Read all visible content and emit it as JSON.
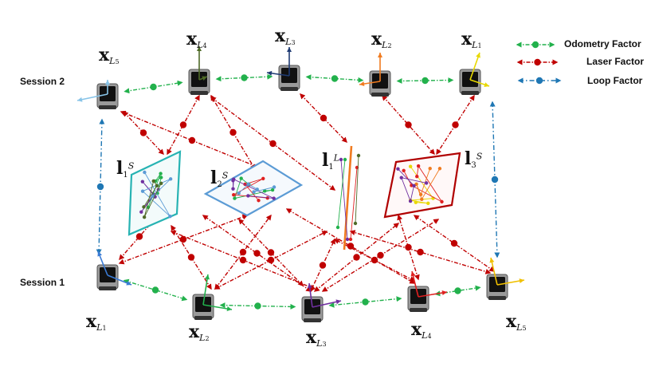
{
  "sessions": {
    "session2": "Session 2",
    "session1": "Session 1"
  },
  "legend": [
    {
      "label": "Odometry Factor",
      "color": "#22b14c"
    },
    {
      "label": "Laser Factor",
      "color": "#c00000"
    },
    {
      "label": "Loop Factor",
      "color": "#1f77b4"
    }
  ],
  "pose_symbol": "x",
  "pose_subscript": "L",
  "session2_poses": [
    {
      "index": "5",
      "axis_color": "#88c4e8"
    },
    {
      "index": "4",
      "axis_color": "#4f6b28"
    },
    {
      "index": "3",
      "axis_color": "#1f3b73"
    },
    {
      "index": "2",
      "axis_color": "#f07b20"
    },
    {
      "index": "1",
      "axis_color": "#e8d800"
    }
  ],
  "session1_poses": [
    {
      "index": "1",
      "axis_color": "#3a7bd5"
    },
    {
      "index": "2",
      "axis_color": "#22b14c"
    },
    {
      "index": "3",
      "axis_color": "#7030a0"
    },
    {
      "index": "4",
      "axis_color": "#e02020"
    },
    {
      "index": "5",
      "axis_color": "#f0c000"
    }
  ],
  "landmarks": [
    {
      "symbol": "l",
      "index": "1",
      "superscript": "S",
      "color": "#27b3b3"
    },
    {
      "symbol": "l",
      "index": "2",
      "superscript": "S",
      "color": "#5b9bd5"
    },
    {
      "symbol": "l",
      "index": "1",
      "superscript": "L",
      "color": "#f07b20"
    },
    {
      "symbol": "l",
      "index": "3",
      "superscript": "S",
      "color": "#b00000"
    }
  ],
  "colors": {
    "odometry": "#22b14c",
    "laser": "#c00000",
    "loop": "#1f77b4"
  }
}
